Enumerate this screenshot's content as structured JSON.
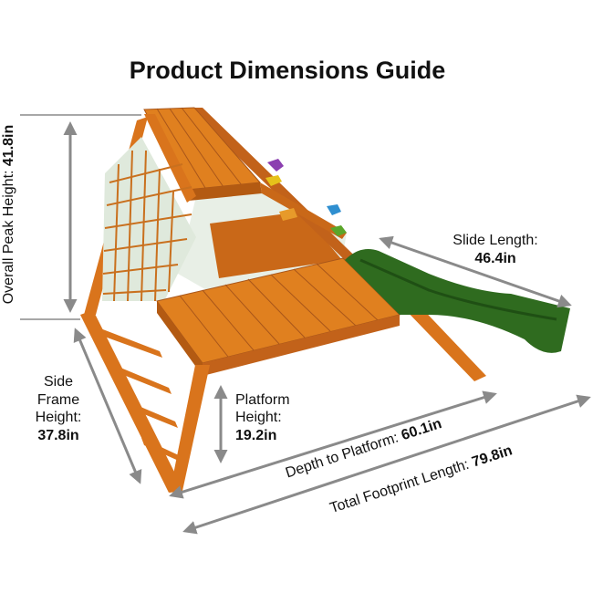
{
  "title": "Product Dimensions Guide",
  "dimensions": {
    "overall_peak_height": {
      "label": "Overall Peak Height:",
      "value": "41.8in"
    },
    "side_frame_height": {
      "label_lines": [
        "Side",
        "Frame",
        "Height:"
      ],
      "value": "37.8in"
    },
    "platform_height": {
      "label_lines": [
        "Platform",
        "Height:"
      ],
      "value": "19.2in"
    },
    "depth_to_platform": {
      "label": "Depth to Platform:",
      "value": "60.1in"
    },
    "total_footprint_length": {
      "label": "Total Footprint Length:",
      "value": "79.8in"
    },
    "slide_length": {
      "label": "Slide Length:",
      "value": "46.4in"
    }
  },
  "colors": {
    "wood": "#d9741c",
    "wood_dark": "#b35a12",
    "slide": "#2f6b1f",
    "arrow": "#8a8a8a",
    "text": "#111111"
  }
}
